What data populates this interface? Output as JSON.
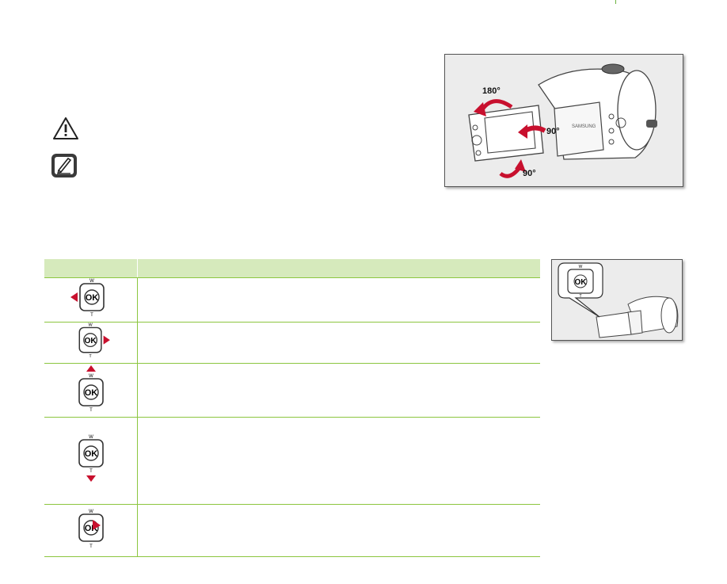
{
  "icons": {
    "caution": "caution-triangle-icon",
    "note": "note-pencil-icon"
  },
  "figure_main": {
    "labels": {
      "rotate_180": "180°",
      "rotate_90_fold": "90°",
      "rotate_90_down": "90°"
    },
    "brand": "SAMSUNG"
  },
  "figure_small": {
    "ok_label": "OK",
    "w_label": "W",
    "t_label": "T"
  },
  "table": {
    "header": {
      "col1": "",
      "col2": ""
    },
    "rows": [
      {
        "button": "left",
        "ok": "OK",
        "w": "W",
        "t": "T",
        "description": ""
      },
      {
        "button": "right",
        "ok": "OK",
        "w": "W",
        "t": "T",
        "description": ""
      },
      {
        "button": "up",
        "ok": "OK",
        "w": "W",
        "t": "T",
        "description": ""
      },
      {
        "button": "down",
        "ok": "OK",
        "w": "W",
        "t": "T",
        "description": ""
      },
      {
        "button": "ok",
        "ok": "OK",
        "w": "W",
        "t": "T",
        "description": ""
      }
    ]
  },
  "colors": {
    "accent": "#8cc63f",
    "header_bg": "#d6eabc",
    "arrow": "#c8102e"
  }
}
